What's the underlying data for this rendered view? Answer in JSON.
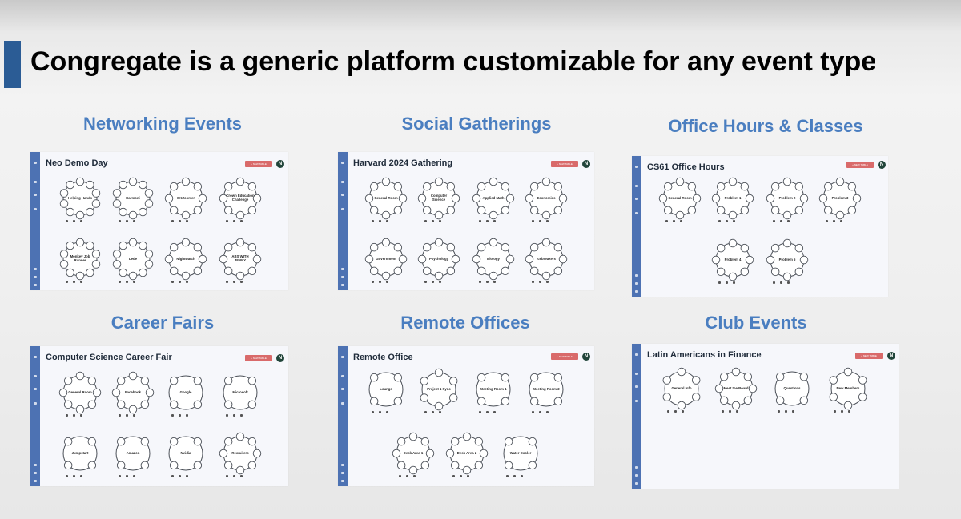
{
  "slide": {
    "title": "Congregate is a generic platform customizable for any event type",
    "accent_color": "#2b5c95",
    "category_color": "#4a7ec0"
  },
  "new_table_label": "+ NEW TABLE",
  "avatar_letter": "N",
  "panels": [
    {
      "category": "Networking Events",
      "title": "Neo Demo Day",
      "tables": [
        {
          "label": "Helping Hands",
          "seats": 10
        },
        {
          "label": "Harmoni",
          "seats": 10
        },
        {
          "label": "OKZoomer",
          "seats": 8
        },
        {
          "label": "Crown Education Challenge",
          "seats": 8
        },
        {
          "label": "Monkey Job Runner",
          "seats": 10
        },
        {
          "label": "Lede",
          "seats": 10
        },
        {
          "label": "Nightwatch",
          "seats": 8
        },
        {
          "label": "ABS WITH JENNY",
          "seats": 8
        }
      ]
    },
    {
      "category": "Social Gatherings",
      "title": "Harvard 2024 Gathering",
      "tables": [
        {
          "label": "General Room",
          "seats": 8
        },
        {
          "label": "Computer Science",
          "seats": 8
        },
        {
          "label": "Applied Math",
          "seats": 8
        },
        {
          "label": "Economics",
          "seats": 8
        },
        {
          "label": "Government",
          "seats": 8
        },
        {
          "label": "Psychology",
          "seats": 8
        },
        {
          "label": "Biology",
          "seats": 8
        },
        {
          "label": "Icebreakers",
          "seats": 8
        }
      ]
    },
    {
      "category": "Office Hours & Classes",
      "title": "CS61 Office Hours",
      "tables": [
        {
          "label": "General Room",
          "seats": 8
        },
        {
          "label": "Problem 1",
          "seats": 8
        },
        {
          "label": "Problem 2",
          "seats": 8
        },
        {
          "label": "Problem 3",
          "seats": 8
        },
        {
          "label": "Problem 4",
          "seats": 8
        },
        {
          "label": "Problem 5",
          "seats": 8
        }
      ]
    },
    {
      "category": "Career Fairs",
      "title": "Computer Science Career Fair",
      "tables": [
        {
          "label": "General Room",
          "seats": 8
        },
        {
          "label": "Facebook",
          "seats": 8
        },
        {
          "label": "Google",
          "seats": 4
        },
        {
          "label": "Microsoft",
          "seats": 4
        },
        {
          "label": "Jumpstart",
          "seats": 4
        },
        {
          "label": "Amazon",
          "seats": 4
        },
        {
          "label": "Nvidia",
          "seats": 4
        },
        {
          "label": "Recruiters",
          "seats": 8
        }
      ]
    },
    {
      "category": "Remote Offices",
      "title": "Remote Office",
      "tables": [
        {
          "label": "Lounge",
          "seats": 4
        },
        {
          "label": "Project 1 Sync",
          "seats": 6
        },
        {
          "label": "Meeting Room 1",
          "seats": 4
        },
        {
          "label": "Meeting Room 2",
          "seats": 4
        },
        {
          "label": "Desk Area 1",
          "seats": 8
        },
        {
          "label": "Desk Area 2",
          "seats": 8
        },
        {
          "label": "Water Cooler",
          "seats": 4
        }
      ]
    },
    {
      "category": "Club Events",
      "title": "Latin Americans in Finance",
      "tables": [
        {
          "label": "General Info",
          "seats": 6
        },
        {
          "label": "Meet the Board",
          "seats": 8
        },
        {
          "label": "Questions",
          "seats": 4
        },
        {
          "label": "New Members",
          "seats": 6
        }
      ]
    }
  ]
}
